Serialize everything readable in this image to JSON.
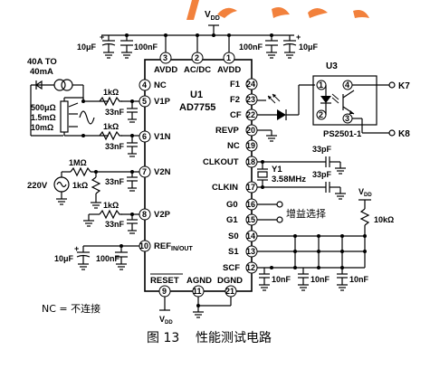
{
  "figure": {
    "number": "图 13",
    "caption": "性能测试电路"
  },
  "chip": {
    "ref": "U1",
    "part": "AD7755"
  },
  "pins": {
    "p1": {
      "num": "1",
      "label": "AVDD"
    },
    "p2": {
      "num": "2",
      "label": "AC/DC"
    },
    "p3": {
      "num": "3",
      "label": "AVDD"
    },
    "p4": {
      "num": "4",
      "label": "NC"
    },
    "p5": {
      "num": "5",
      "label": "V1P"
    },
    "p6": {
      "num": "6",
      "label": "V1N"
    },
    "p7": {
      "num": "7",
      "label": "V2N"
    },
    "p8": {
      "num": "8",
      "label": "V2P"
    },
    "p9": {
      "num": "9",
      "label": "RESET"
    },
    "p10": {
      "num": "10",
      "label": "REF",
      "label_sub": "IN/OUT"
    },
    "p11": {
      "num": "11",
      "label": "AGND"
    },
    "p12": {
      "num": "12",
      "label": "SCF"
    },
    "p13": {
      "num": "13",
      "label": "S1"
    },
    "p14": {
      "num": "14",
      "label": "S0"
    },
    "p15": {
      "num": "15",
      "label": "G1"
    },
    "p16": {
      "num": "16",
      "label": "G0"
    },
    "p17": {
      "num": "17",
      "label": "CLKIN"
    },
    "p18": {
      "num": "18",
      "label": "CLKOUT"
    },
    "p19": {
      "num": "19",
      "label": "NC"
    },
    "p20": {
      "num": "20",
      "label": "REVP"
    },
    "p21": {
      "num": "21",
      "label": "DGND"
    },
    "p22": {
      "num": "22",
      "label": "CF"
    },
    "p23": {
      "num": "23",
      "label": "F2"
    },
    "p24": {
      "num": "24",
      "label": "F1"
    }
  },
  "components": {
    "vdd_top": "V",
    "vdd_sub": "DD",
    "vdd_right": "V",
    "vdd_bottom": "V",
    "cap_10uf": "10μF",
    "cap_100nf": "100nF",
    "cap_33nf": "33nF",
    "cap_33pf": "33pF",
    "cap_10nf": "10nF",
    "r_1k": "1kΩ",
    "r_1m": "1MΩ",
    "r_10k": "10kΩ",
    "current_src": "40A TO",
    "current_src2": "40mA",
    "shunt_1": "500μΩ",
    "shunt_2": "1.5mΩ",
    "shunt_3": "10mΩ",
    "ac_voltage": "220V",
    "crystal_ref": "Y1",
    "crystal_freq": "3.58MHz",
    "opto_ref": "U3",
    "opto_part": "PS2501-1",
    "k7": "K7",
    "k8": "K8",
    "opto_pins": [
      "1",
      "2",
      "3",
      "4"
    ],
    "gain_select": "增益选择",
    "nc_note": "NC = 不连接"
  }
}
